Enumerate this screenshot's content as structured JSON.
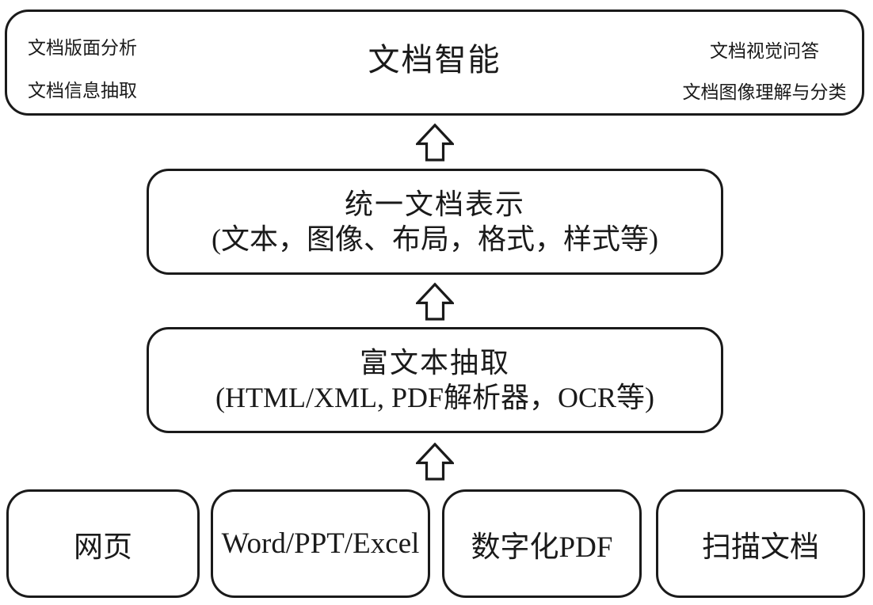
{
  "colors": {
    "line": "#1a1a1a",
    "background": "#ffffff"
  },
  "top_box": {
    "title": "文档智能",
    "left_items": [
      "文档版面分析",
      "文档信息抽取"
    ],
    "right_items": [
      "文档视觉问答",
      "文档图像理解与分类"
    ]
  },
  "middle_boxes": [
    {
      "line1": "统一文档表示",
      "line2": "(文本，图像、布局，格式，样式等)"
    },
    {
      "line1": "富文本抽取",
      "line2": "(HTML/XML, PDF解析器，OCR等)"
    }
  ],
  "bottom_boxes": [
    "网页",
    "Word/PPT/Excel",
    "数字化PDF",
    "扫描文档"
  ],
  "arrows": [
    "up-arrow",
    "up-arrow",
    "up-arrow"
  ]
}
